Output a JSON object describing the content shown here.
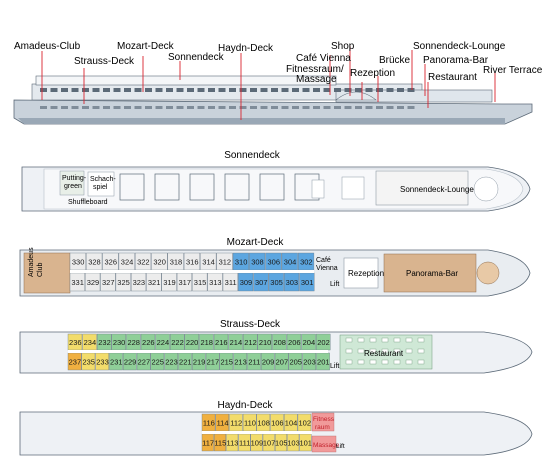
{
  "colors": {
    "hull": "#d7dde4",
    "hull_edge": "#5c6a78",
    "red": "#d9232e",
    "blue_cabin": "#5ca6e0",
    "green_cabin": "#8fcf98",
    "yellow_cabin": "#f2dc6b",
    "orange_cabin": "#f0b040",
    "pink_cabin": "#f19a9a",
    "wood": "#d9b48f",
    "grey_floor": "#ececec",
    "restaurant_green": "#cfe8d6",
    "ink": "#1a1a1a"
  },
  "profile": {
    "labels": [
      "Amadeus-Club",
      "Strauss-Deck",
      "Mozart-Deck",
      "Sonnendeck",
      "Haydn-Deck",
      "Café Vienna",
      "Shop",
      "Fitnessraum/",
      "Massage",
      "Rezeption",
      "Brücke",
      "Sonnendeck-Lounge",
      "Panorama-Bar",
      "Restaurant",
      "River Terrace"
    ]
  },
  "sonnendeck": {
    "title": "Sonnendeck",
    "putting": [
      "Putting-",
      "green"
    ],
    "schach": [
      "Schach-",
      "spiel"
    ],
    "shuffleboard": "Shuffleboard",
    "lounge": "Sonnendeck-Lounge"
  },
  "mozart": {
    "title": "Mozart-Deck",
    "club": [
      "Amadeus",
      "Club"
    ],
    "top_row": [
      "330",
      "328",
      "326",
      "324",
      "322",
      "320",
      "318",
      "316",
      "314",
      "312",
      "310",
      "308",
      "306",
      "304",
      "302"
    ],
    "bottom_row": [
      "331",
      "329",
      "327",
      "325",
      "323",
      "321",
      "319",
      "317",
      "315",
      "313",
      "311",
      "309",
      "307",
      "305",
      "303",
      "301"
    ],
    "cafe": [
      "Café",
      "Vienna"
    ],
    "rezeption": "Rezeption",
    "panorama": "Panorama-Bar",
    "lift": "Lift"
  },
  "strauss": {
    "title": "Strauss-Deck",
    "top_row": [
      "236",
      "234",
      "232",
      "230",
      "228",
      "226",
      "224",
      "222",
      "220",
      "218",
      "216",
      "214",
      "212",
      "210",
      "208",
      "206",
      "204",
      "202"
    ],
    "bottom_row": [
      "237",
      "235",
      "233",
      "231",
      "229",
      "227",
      "225",
      "223",
      "221",
      "219",
      "217",
      "215",
      "213",
      "211",
      "209",
      "207",
      "205",
      "203",
      "201"
    ],
    "restaurant": "Restaurant",
    "lift": "Lift"
  },
  "haydn": {
    "title": "Haydn-Deck",
    "top_row": [
      "116",
      "114",
      "112",
      "110",
      "108",
      "106",
      "104",
      "102"
    ],
    "bottom_row": [
      "117",
      "115",
      "113",
      "111",
      "109",
      "107",
      "105",
      "103",
      "101"
    ],
    "fitness": [
      "Fitness",
      "raum"
    ],
    "massage": "Massage",
    "lift": "Lift"
  }
}
